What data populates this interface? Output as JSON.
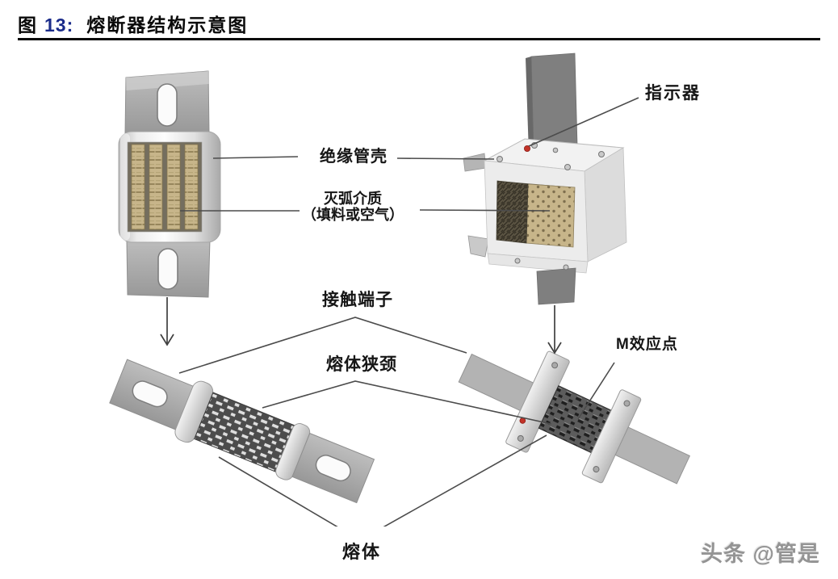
{
  "figure": {
    "prefix": "图",
    "number": "13:",
    "title": "熔断器结构示意图"
  },
  "labels": {
    "indicator": "指示器",
    "insulating_shell": "绝缘管壳",
    "arc_medium_line1": "灭弧介质",
    "arc_medium_line2": "（填料或空气）",
    "contact_terminal": "接触端子",
    "melt_neck": "熔体狭颈",
    "m_effect_point": "M效应点",
    "melt": "熔体"
  },
  "watermark": "头条 @管是",
  "colors": {
    "figure_number_blue": "#1b2c8a",
    "indicator_dot_red": "#c23328",
    "filler_tan": "#c7b58a",
    "metal_gray": "#a9a9a9",
    "leader_line": "#4c4c4c",
    "label_text": "#161616",
    "watermark_gray": "#949494"
  }
}
